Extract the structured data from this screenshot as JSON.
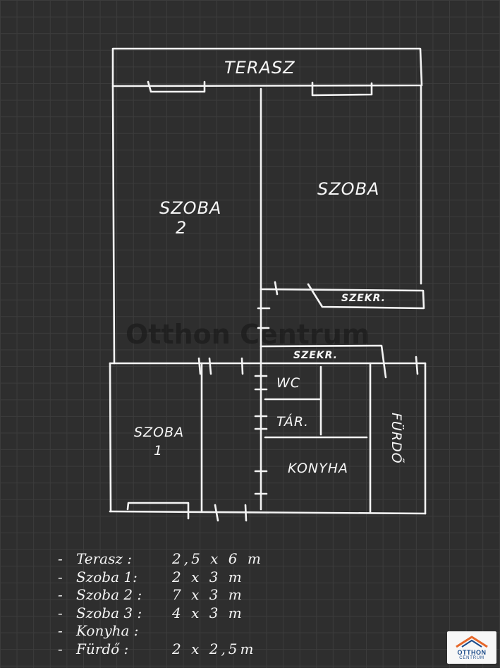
{
  "plan": {
    "rooms": {
      "terasz": "TERASZ",
      "szoba_2": "SZOBA",
      "szoba_2_num": "2",
      "szoba": "SZOBA",
      "szekr_1": "SZEKR.",
      "szekr_2": "SZEKR.",
      "wc": "WC",
      "tar": "TÁR.",
      "szoba_1": "SZOBA",
      "szoba_1_num": "1",
      "konyha": "KONYHA",
      "furdo": "FÜRDŐ"
    },
    "watermark": "Otthon Centrum"
  },
  "legend": [
    {
      "dash": "-",
      "name": "Terasz :",
      "dims": "2,5 x 6 m"
    },
    {
      "dash": "-",
      "name": "Szoba 1:",
      "dims": "2 x 3 m"
    },
    {
      "dash": "-",
      "name": "Szoba 2 :",
      "dims": "7 x 3 m"
    },
    {
      "dash": "-",
      "name": "Szoba 3 :",
      "dims": "4 x 3 m"
    },
    {
      "dash": "-",
      "name": "Konyha :",
      "dims": ""
    },
    {
      "dash": "-",
      "name": "Fürdő :",
      "dims": "2 x 2,5m"
    }
  ],
  "logo": {
    "line1": "OTTHON",
    "line2": "CENTRUM",
    "roof_color": "#e6672a",
    "text_color": "#1b4b8a"
  }
}
